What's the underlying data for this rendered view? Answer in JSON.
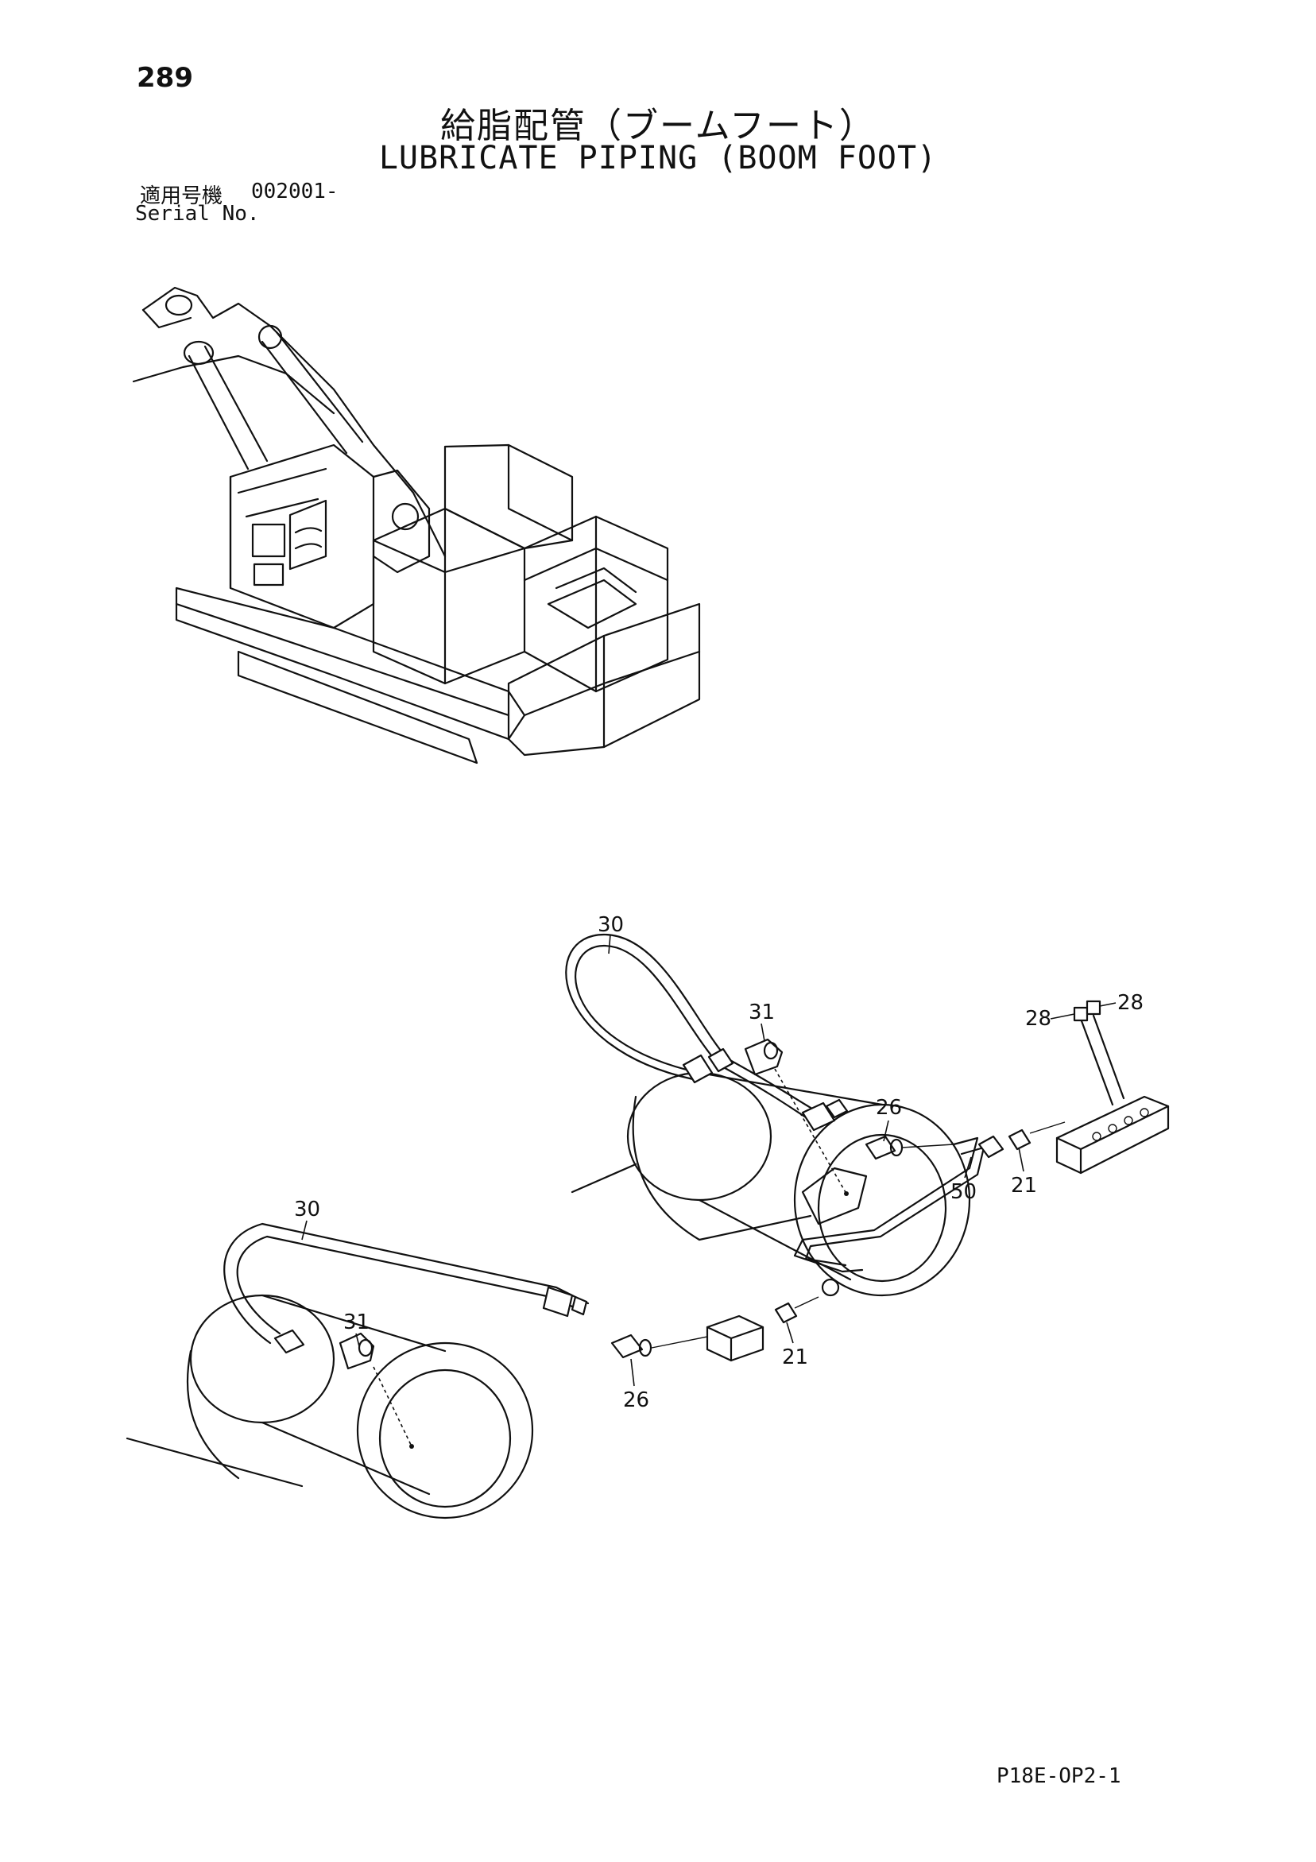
{
  "page": {
    "number": "289",
    "title_jp": "給脂配管（ブームフート）",
    "title_en": "LUBRICATE PIPING (BOOM FOOT)",
    "serial_label_jp": "適用号機",
    "serial_value": "002001-",
    "serial_label_en": "Serial No.",
    "doc_code": "P18E-OP2-1"
  },
  "callouts": {
    "c30_upper": "30",
    "c31_upper": "31",
    "c28_left": "28",
    "c28_right": "28",
    "c26_upper": "26",
    "c50": "50",
    "c21_upper": "21",
    "c30_lower": "30",
    "c31_lower": "31",
    "c26_lower": "26",
    "c21_lower": "21"
  }
}
